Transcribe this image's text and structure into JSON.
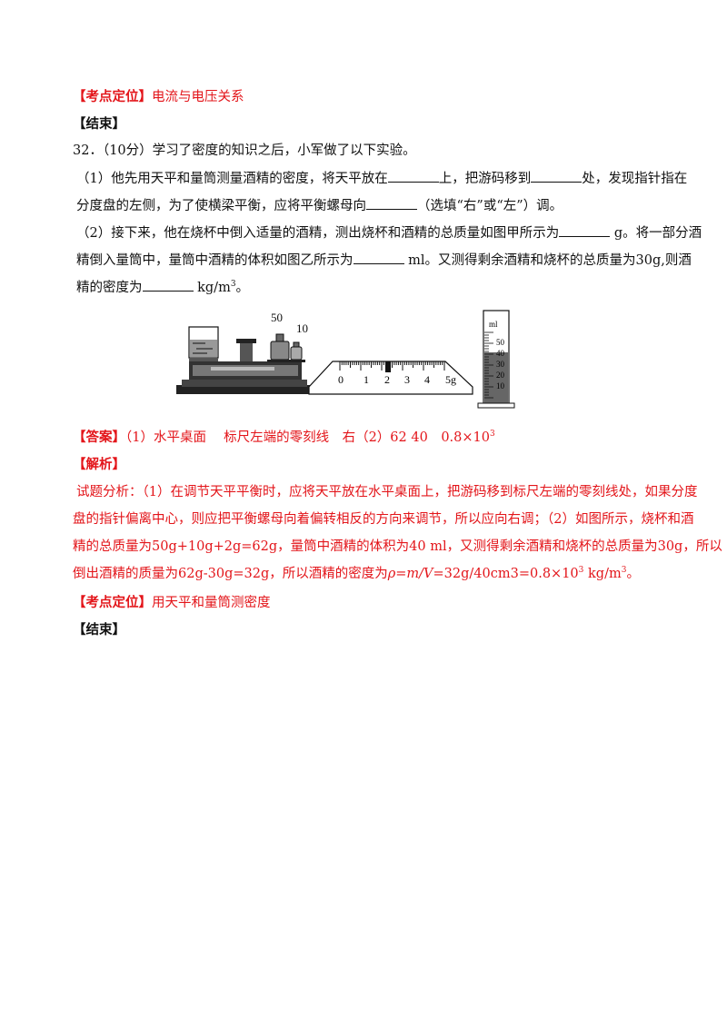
{
  "blocks": {
    "k1": {
      "label": "【考点定位】",
      "text": "电流与电压关系"
    },
    "end1": "【结束】",
    "k2": {
      "label": "【考点定位】",
      "text": "用天平和量筒测密度"
    },
    "end2": "【结束】"
  },
  "question": {
    "heading": "32．（10分）学习了密度的知识之后，小军做了以下实验。",
    "p1a": "（1）他先用天平和量筒测量酒精的密度，将天平放在",
    "p1b": "上，把游码移到",
    "p1c": "处，发现指针指在",
    "p1d": "分度盘的左侧，为了使横梁平衡，应将平衡螺母向",
    "p1e": "（选填“右”或“左”）调。",
    "p2a": "（2）接下来，他在烧杯中倒入适量的酒精，测出烧杯和酒精的总质量如图甲所示为",
    "p2b": " g。将一部分酒",
    "p2c": "精倒入量筒中，量筒中酒精的体积如图乙所示为",
    "p2d": " ml。又测得剩余酒精和烧杯的总质量为30g,则酒",
    "p2e": "精的密度为",
    "p2f": " kg/m",
    "p2sup": "3",
    "p2g": "。"
  },
  "figure": {
    "weight_50": "50",
    "weight_10": "10",
    "ruler": [
      "0",
      "1",
      "2",
      "3",
      "4",
      "5g"
    ],
    "cyl_unit": "ml",
    "cyl": [
      "50",
      "40",
      "30",
      "20",
      "10"
    ]
  },
  "answer": {
    "label": "【答案】",
    "text": "（1）水平桌面　 标尺左端的零刻线　右（2）62  40　0.8×10",
    "sup": "3"
  },
  "analysis": {
    "label": "【解析】",
    "l1": "试题分析：（1）在调节天平平衡时，应将天平放在水平桌面上，把游码移到标尺左端的零刻线处，如果分度",
    "l2": "盘的指针偏离中心，则应把平衡螺母向着偏转相反的方向来调节，所以应向右调；（2）如图所示，烧杯和酒",
    "l3": "精的总质量为50g+10g+2g=62g，量筒中酒精的体积为40 ml，又测得剩余酒精和烧杯的总质量为30g，所以",
    "l4a": "倒出酒精的质量为62g-30g=32g，所以酒精的密度为",
    "l4formula": "ρ=m/V",
    "l4b": "=32g/40cm3=0.8×10",
    "l4sup1": "3",
    "l4c": " kg/m",
    "l4sup2": "3",
    "l4d": "。"
  }
}
